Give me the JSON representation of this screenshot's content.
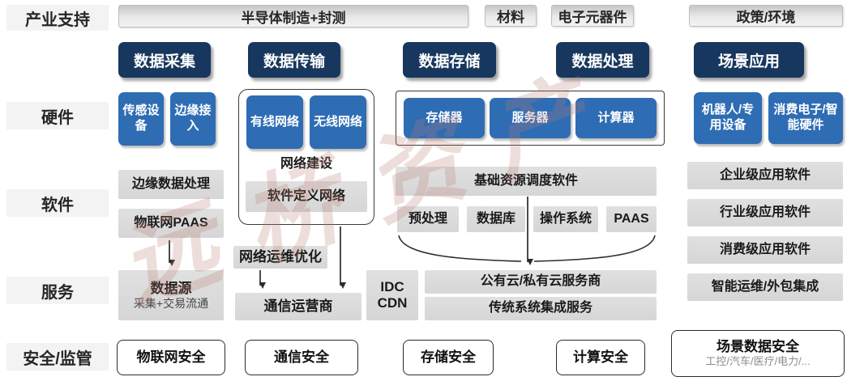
{
  "watermark": "远桥资产",
  "colors": {
    "navy": "#17375e",
    "blue": "#2e6db4",
    "gray_bar": "#d9d9d9",
    "outline": "#2b2b2b"
  },
  "row_labels": {
    "support": "产业支持",
    "hardware": "硬件",
    "software": "软件",
    "services": "服务",
    "security": "安全/监管"
  },
  "support_bars": {
    "semiconductor": "半导体制造+封测",
    "materials": "材料",
    "components": "电子元器件",
    "policy": "政策/环境"
  },
  "stage_headers": {
    "acquisition": "数据采集",
    "transmission": "数据传输",
    "storage": "数据存储",
    "processing": "数据处理",
    "application": "场景应用"
  },
  "acquisition": {
    "hardware": [
      "传感设备",
      "边缘接入"
    ],
    "software": [
      "边缘数据处理",
      "物联网PAAS"
    ],
    "service_title": "数据源",
    "service_subtitle": "采集+交易流通",
    "security": "物联网安全"
  },
  "transmission": {
    "hardware": [
      "有线网络",
      "无线网络"
    ],
    "caption": "网络建设",
    "software": "软件定义网络",
    "ops": "网络运维优化",
    "service": "通信运营商",
    "security": "通信安全"
  },
  "storage_processing": {
    "hardware": [
      "存储器",
      "服务器",
      "计算器"
    ],
    "scheduler": "基础资源调度软件",
    "software": [
      "预处理",
      "数据库",
      "操作系统",
      "PAAS"
    ],
    "idc": [
      "IDC",
      "CDN"
    ],
    "cloud": "公有云/私有云服务商",
    "integration": "传统系统集成服务",
    "storage_security": "存储安全",
    "processing_security": "计算安全"
  },
  "application": {
    "hardware": [
      "机器人/专用设备",
      "消费电子/智能硬件"
    ],
    "software": [
      "企业级应用软件",
      "行业级应用软件",
      "消费级应用软件",
      "智能运维/外包集成"
    ],
    "security_title": "场景数据安全",
    "security_subtitle": "工控/汽车/医疗/电力/..."
  }
}
